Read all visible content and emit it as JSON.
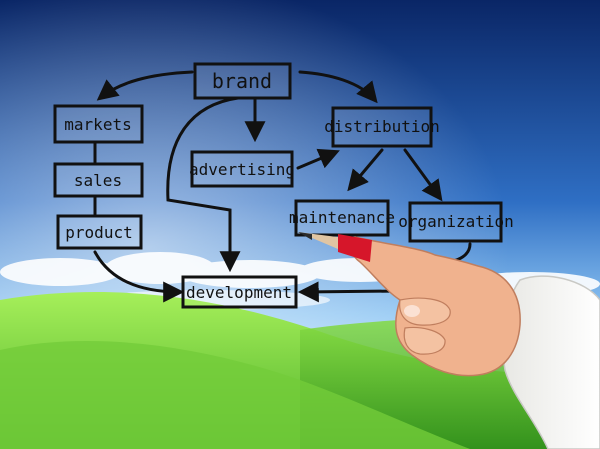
{
  "diagram": {
    "nodes": {
      "brand": "brand",
      "markets": "markets",
      "sales": "sales",
      "product": "product",
      "advertising": "advertising",
      "distribution": "distribution",
      "maintenance": "maintenance",
      "organization": "organization",
      "development": "development"
    }
  },
  "colors": {
    "sky_top": "#0b2a6b",
    "sky_mid": "#2f72c6",
    "sky_light": "#bfe0ff",
    "grass_light": "#8fe04f",
    "grass_dark": "#2f8f1b",
    "box_fill": "#ffffff",
    "ink": "#111111",
    "pencil_tip": "#d6162a",
    "skin": "#f2b08b",
    "shirt": "#f4f4f2"
  },
  "icons": [
    "pencil-icon",
    "hand-icon"
  ]
}
